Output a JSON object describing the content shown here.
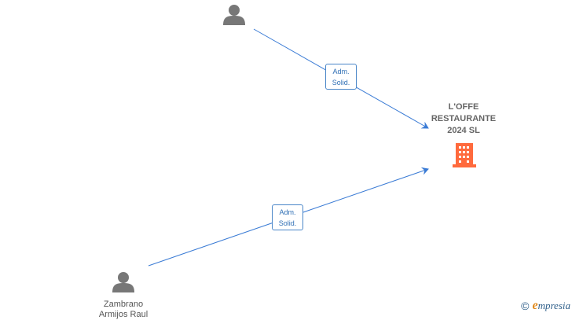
{
  "diagram": {
    "company": {
      "name_line1": "L'OFFE",
      "name_line2": "RESTAURANTE",
      "name_line3": "2024  SL",
      "icon": "building-icon",
      "icon_color": "#ff6a3d"
    },
    "people": [
      {
        "name_line1": "",
        "name_line2": "",
        "icon": "person-icon"
      },
      {
        "name_line1": "Zambrano",
        "name_line2": "Armijos Raul",
        "icon": "person-icon"
      }
    ],
    "edges": [
      {
        "role_line1": "Adm.",
        "role_line2": "Solid."
      },
      {
        "role_line1": "Adm.",
        "role_line2": "Solid."
      }
    ],
    "colors": {
      "edge": "#3a7bd5",
      "person": "#777777"
    }
  },
  "watermark": {
    "copyright_symbol": "©",
    "brand_first": "e",
    "brand_rest": "mpresia"
  }
}
